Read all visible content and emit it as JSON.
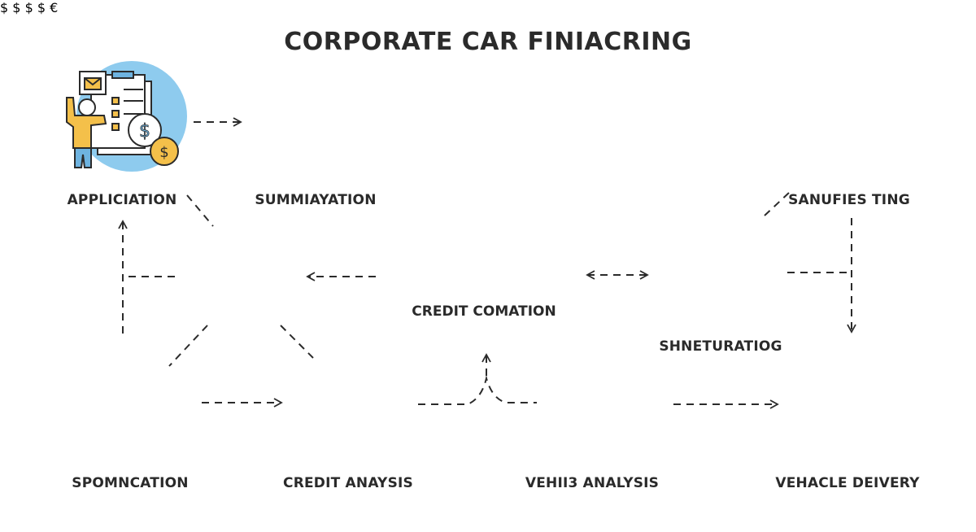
{
  "title": {
    "prefix": "C",
    "text1": "ORPORATE ",
    "prefix2": "C",
    "text2": "AR FINIACRING",
    "full": "CORPORATE CAR FINIACRING"
  },
  "colors": {
    "circle_fill": "#8ecbee",
    "accent_yellow": "#f4c04a",
    "accent_blue": "#6eb3e0",
    "line": "#2b2b2b",
    "card_fill": "#94cdef"
  },
  "nodes": [
    {
      "id": "application",
      "label": "APPLICIATION",
      "icon": "clipboard-person-dollar-icon"
    },
    {
      "id": "summiayation",
      "label": "SUMMIAYATION",
      "icon": "gears-pointing-hand-icon"
    },
    {
      "id": "sanufies-ting",
      "label": "SANUFIES TING",
      "icon": "clipboard-chart-hand-icon"
    },
    {
      "id": "process-hub",
      "label": "",
      "icon": "gear-dollar-chat-check-icon"
    },
    {
      "id": "credit-comation",
      "label": "CREDIT COMATION",
      "icon": "car-growth-chart-icon"
    },
    {
      "id": "shneturatiog",
      "label": "SHNETURATIOG",
      "icon": "hand-chart-signing-icon"
    },
    {
      "id": "spomncation",
      "label": "SPOMNCATION",
      "icon": "presenter-chart-icon"
    },
    {
      "id": "credit-anaysis",
      "label": "CREDIT ANAYSIS",
      "icon": "businessman-calendar-icon"
    },
    {
      "id": "vehii3-analysis",
      "label": "VEHII3 ANALYSIS",
      "icon": "monitor-document-lock-icon"
    },
    {
      "id": "vehacle-deivery",
      "label": "VEHACLE DEIVERY",
      "icon": "car-currency-icon"
    }
  ]
}
